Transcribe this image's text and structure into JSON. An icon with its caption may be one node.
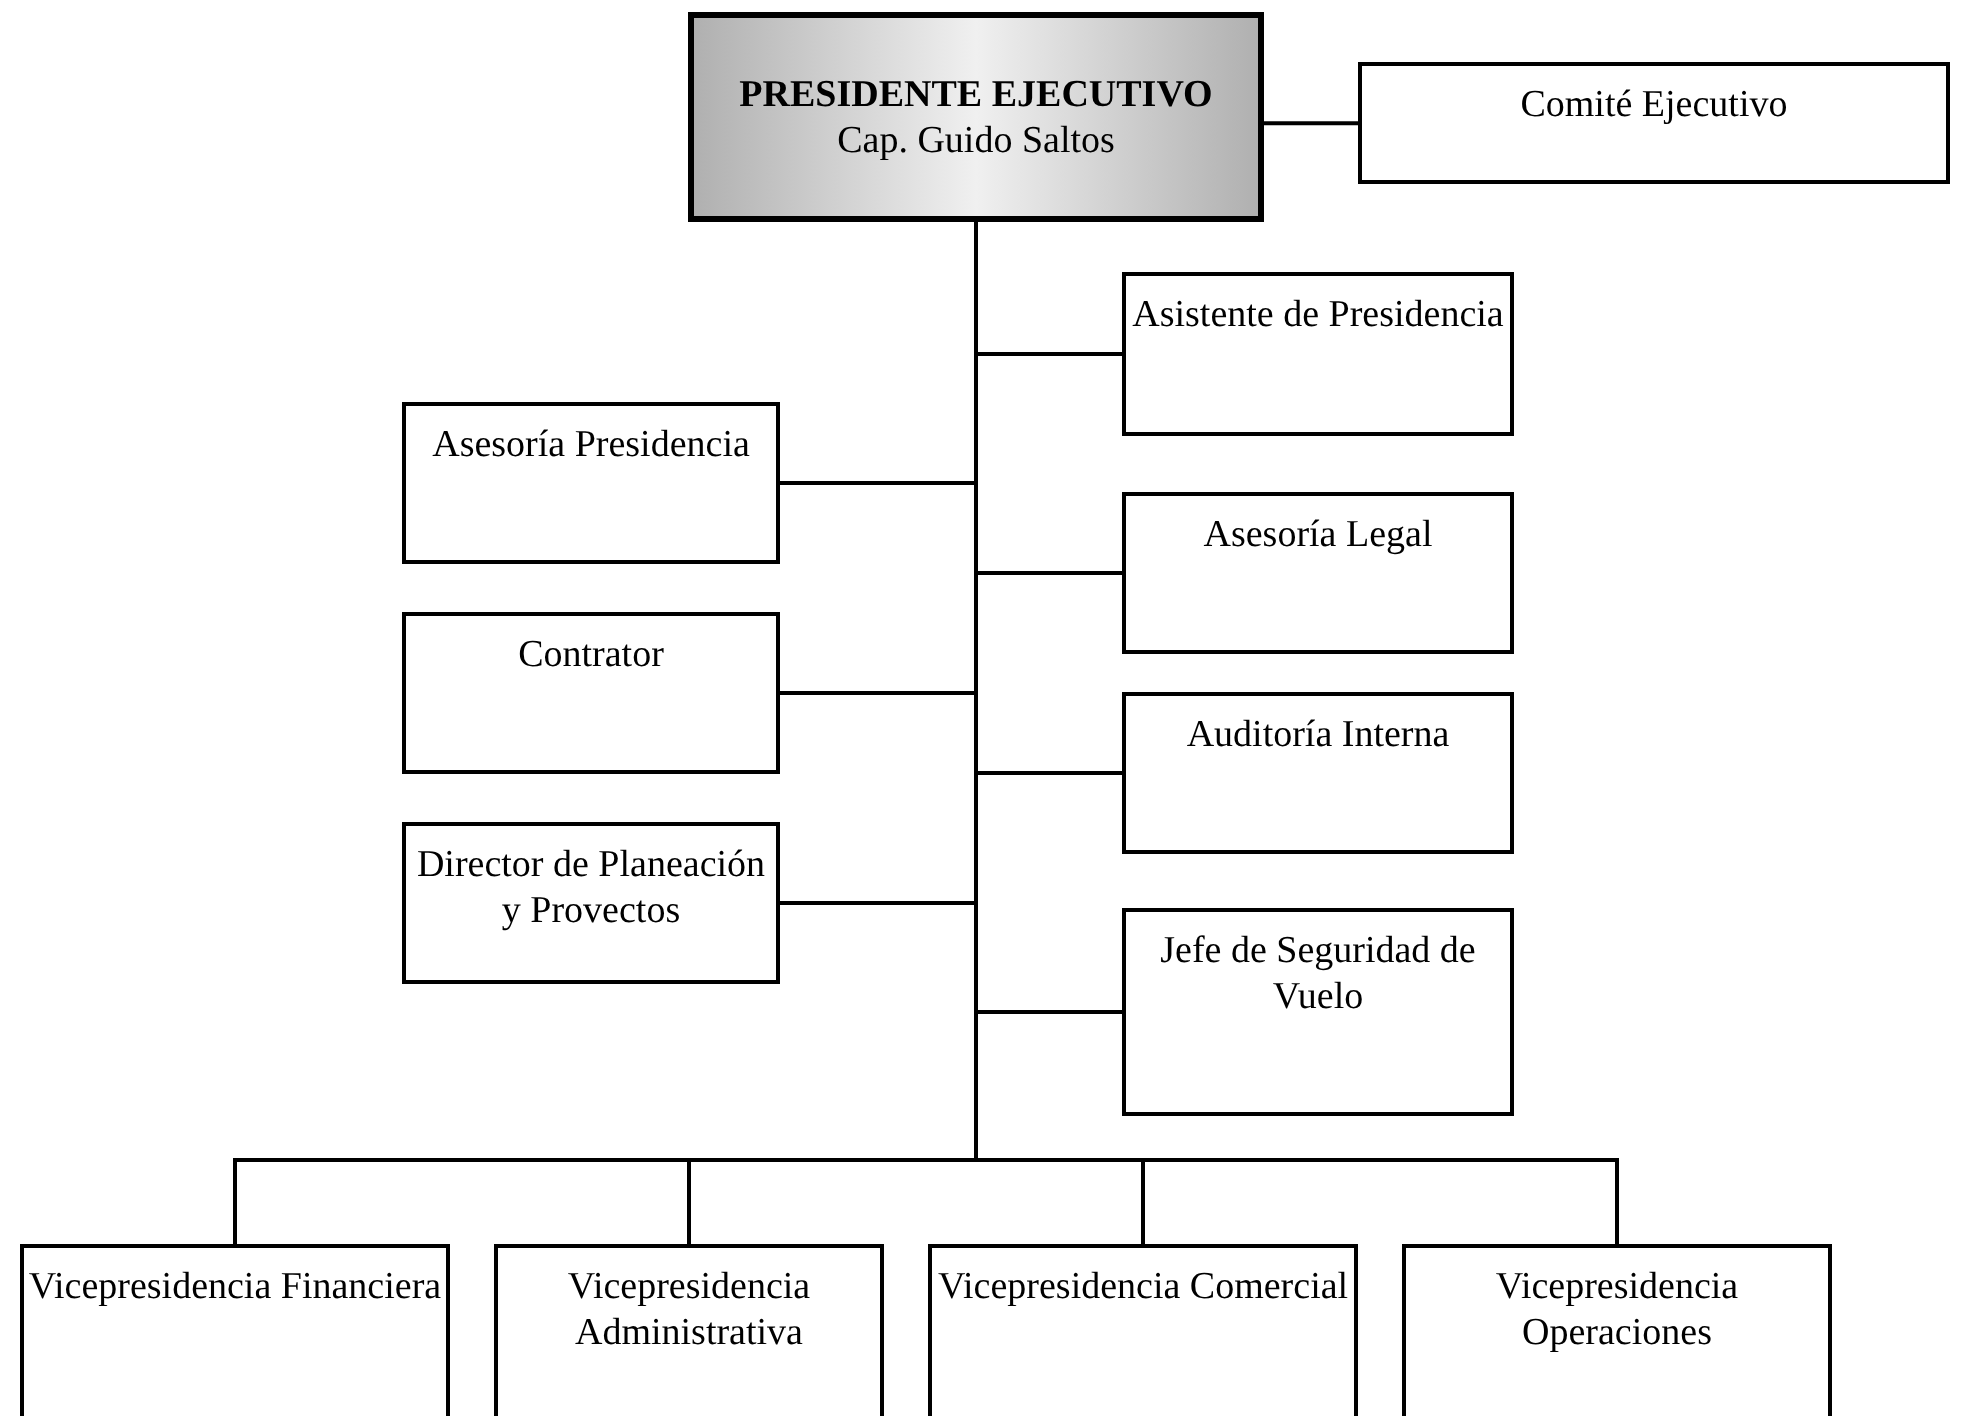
{
  "diagram": {
    "nodes": [
      {
        "text": [
          "PRESIDENTE EJECUTIVO",
          "Cap. Guido Saltos"
        ]
      },
      {
        "text": [
          "Comité Ejecutivo"
        ]
      },
      {
        "text": [
          "Asistente de Presidencia"
        ]
      },
      {
        "text": [
          "Asesoría Presidencia"
        ]
      },
      {
        "text": [
          "Asesoría Legal"
        ]
      },
      {
        "text": [
          "Contrator"
        ]
      },
      {
        "text": [
          "Auditoría Interna"
        ]
      },
      {
        "text": [
          "Director de Planeación y Provectos"
        ]
      },
      {
        "text": [
          "Jefe de Seguridad de Vuelo"
        ]
      },
      {
        "text": [
          "Vicepresidencia Financiera"
        ]
      },
      {
        "text": [
          "Vicepresidencia Administrativa"
        ]
      },
      {
        "text": [
          "Vicepresidencia Comercial"
        ]
      },
      {
        "text": [
          "Vicepresidencia Operaciones"
        ]
      }
    ],
    "edges": [
      {
        "from": 0,
        "to": 1,
        "arrow": "none"
      },
      {
        "from": 0,
        "to": 2,
        "arrow": "none"
      },
      {
        "from": 0,
        "to": 3,
        "arrow": "none"
      },
      {
        "from": 0,
        "to": 4,
        "arrow": "none"
      },
      {
        "from": 0,
        "to": 5,
        "arrow": "none"
      },
      {
        "from": 0,
        "to": 6,
        "arrow": "none"
      },
      {
        "from": 0,
        "to": 7,
        "arrow": "none"
      },
      {
        "from": 0,
        "to": 8,
        "arrow": "none"
      },
      {
        "from": 0,
        "to": 9,
        "arrow": "none"
      },
      {
        "from": 0,
        "to": 10,
        "arrow": "none"
      },
      {
        "from": 0,
        "to": 11,
        "arrow": "none"
      },
      {
        "from": 0,
        "to": 12,
        "arrow": "none"
      }
    ]
  }
}
